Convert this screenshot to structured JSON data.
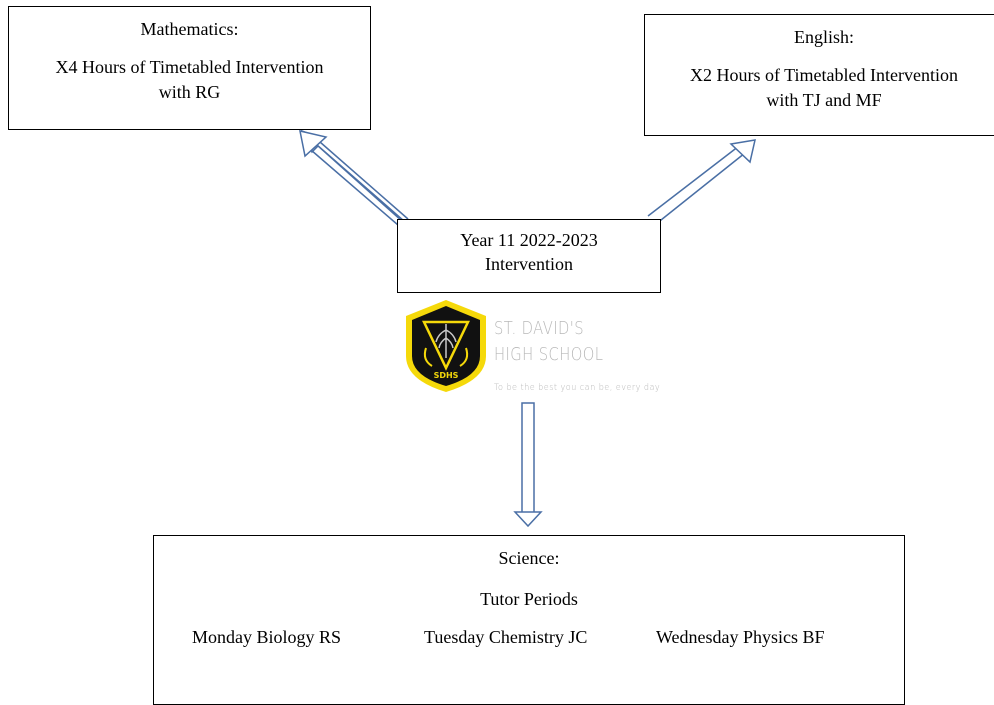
{
  "mathematics": {
    "title": "Mathematics:",
    "line1": "X4 Hours of Timetabled Intervention",
    "line2": "with RG"
  },
  "english": {
    "title": "English:",
    "line1": "X2 Hours of Timetabled Intervention",
    "line2": "with TJ and MF"
  },
  "center": {
    "line1": "Year 11 2022-2023",
    "line2": "Intervention"
  },
  "logo": {
    "name_line1": "ST. DAVID'S",
    "name_line2": "HIGH SCHOOL",
    "motto": "To be the best you can be, every day",
    "badge_text": "SDHS"
  },
  "science": {
    "title": "Science:",
    "subtitle": "Tutor Periods",
    "sessions": [
      "Monday Biology RS",
      "Tuesday Chemistry JC",
      "Wednesday Physics BF"
    ]
  },
  "colors": {
    "arrow_stroke": "#4a6fa5",
    "badge_yellow": "#f5d90a",
    "badge_black": "#111111",
    "logo_text": "#b8b8b8"
  }
}
